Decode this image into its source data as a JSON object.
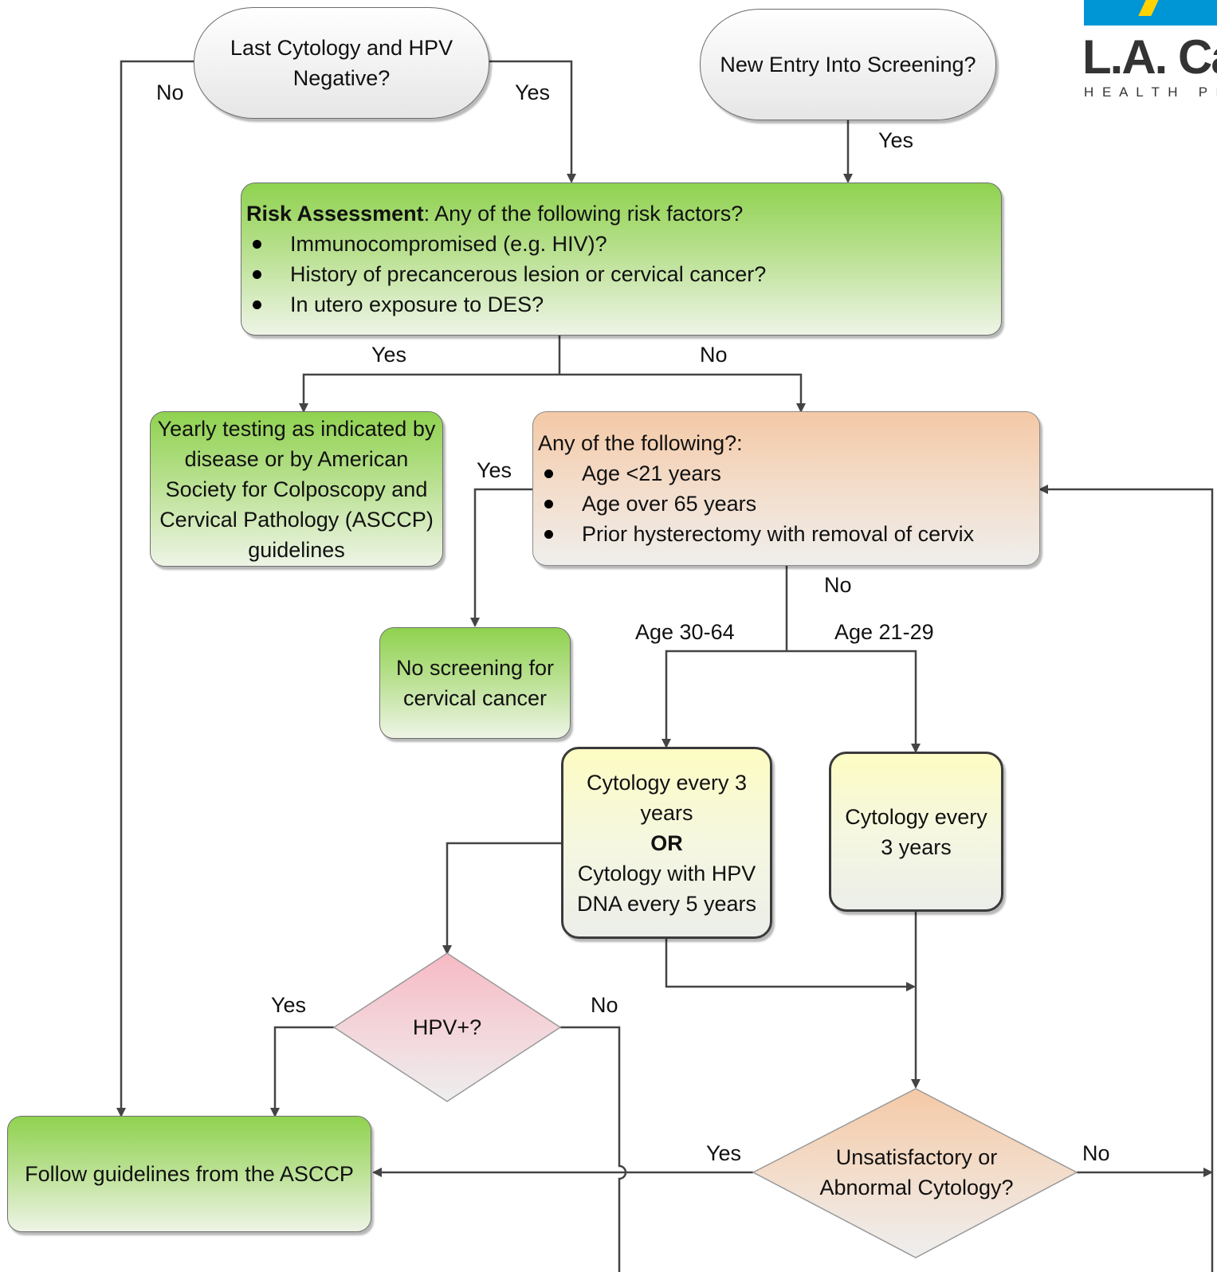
{
  "logo": {
    "text": "L.A. Ca",
    "tagline": "H E A L T H   P L",
    "accent": "#0096d6",
    "accent2": "#ffd200"
  },
  "colors": {
    "green": "#8fd24f",
    "peach": "#f4c9a6",
    "yellow": "#fdfcc3",
    "pink": "#f7b9c4",
    "line": "#444444"
  },
  "nodes": {
    "last_cytology": "Last Cytology and HPV Negative?",
    "new_entry": "New Entry Into Screening?",
    "risk": {
      "title_bold": "Risk Assessment",
      "title_rest": ": Any of the following risk factors?",
      "items": [
        "Immunocompromised (e.g. HIV)?",
        "History of precancerous lesion or cervical cancer?",
        "In utero exposure to DES?"
      ]
    },
    "yearly": "Yearly testing as indicated by disease or by American Society for Colposcopy and Cervical Pathology (ASCCP) guidelines",
    "any_following": {
      "title": "Any of the following?:",
      "items": [
        "Age <21 years",
        "Age over 65 years",
        "Prior hysterectomy with removal of cervix"
      ]
    },
    "no_screening": "No screening for cervical cancer",
    "cyto30": {
      "line1": "Cytology every 3 years",
      "or": "OR",
      "line2": "Cytology with HPV DNA every 5 years"
    },
    "cyto21": "Cytology every 3 years",
    "hpv": "HPV+?",
    "follow": "Follow guidelines from the ASCCP",
    "unsat": "Unsatisfactory or Abnormal Cytology?"
  },
  "edge_labels": {
    "last_no": "No",
    "last_yes": "Yes",
    "new_yes": "Yes",
    "risk_yes": "Yes",
    "risk_no": "No",
    "any_yes": "Yes",
    "any_no": "No",
    "age_30_64": "Age 30-64",
    "age_21_29": "Age 21-29",
    "hpv_yes": "Yes",
    "hpv_no": "No",
    "unsat_yes": "Yes",
    "unsat_no": "No"
  }
}
